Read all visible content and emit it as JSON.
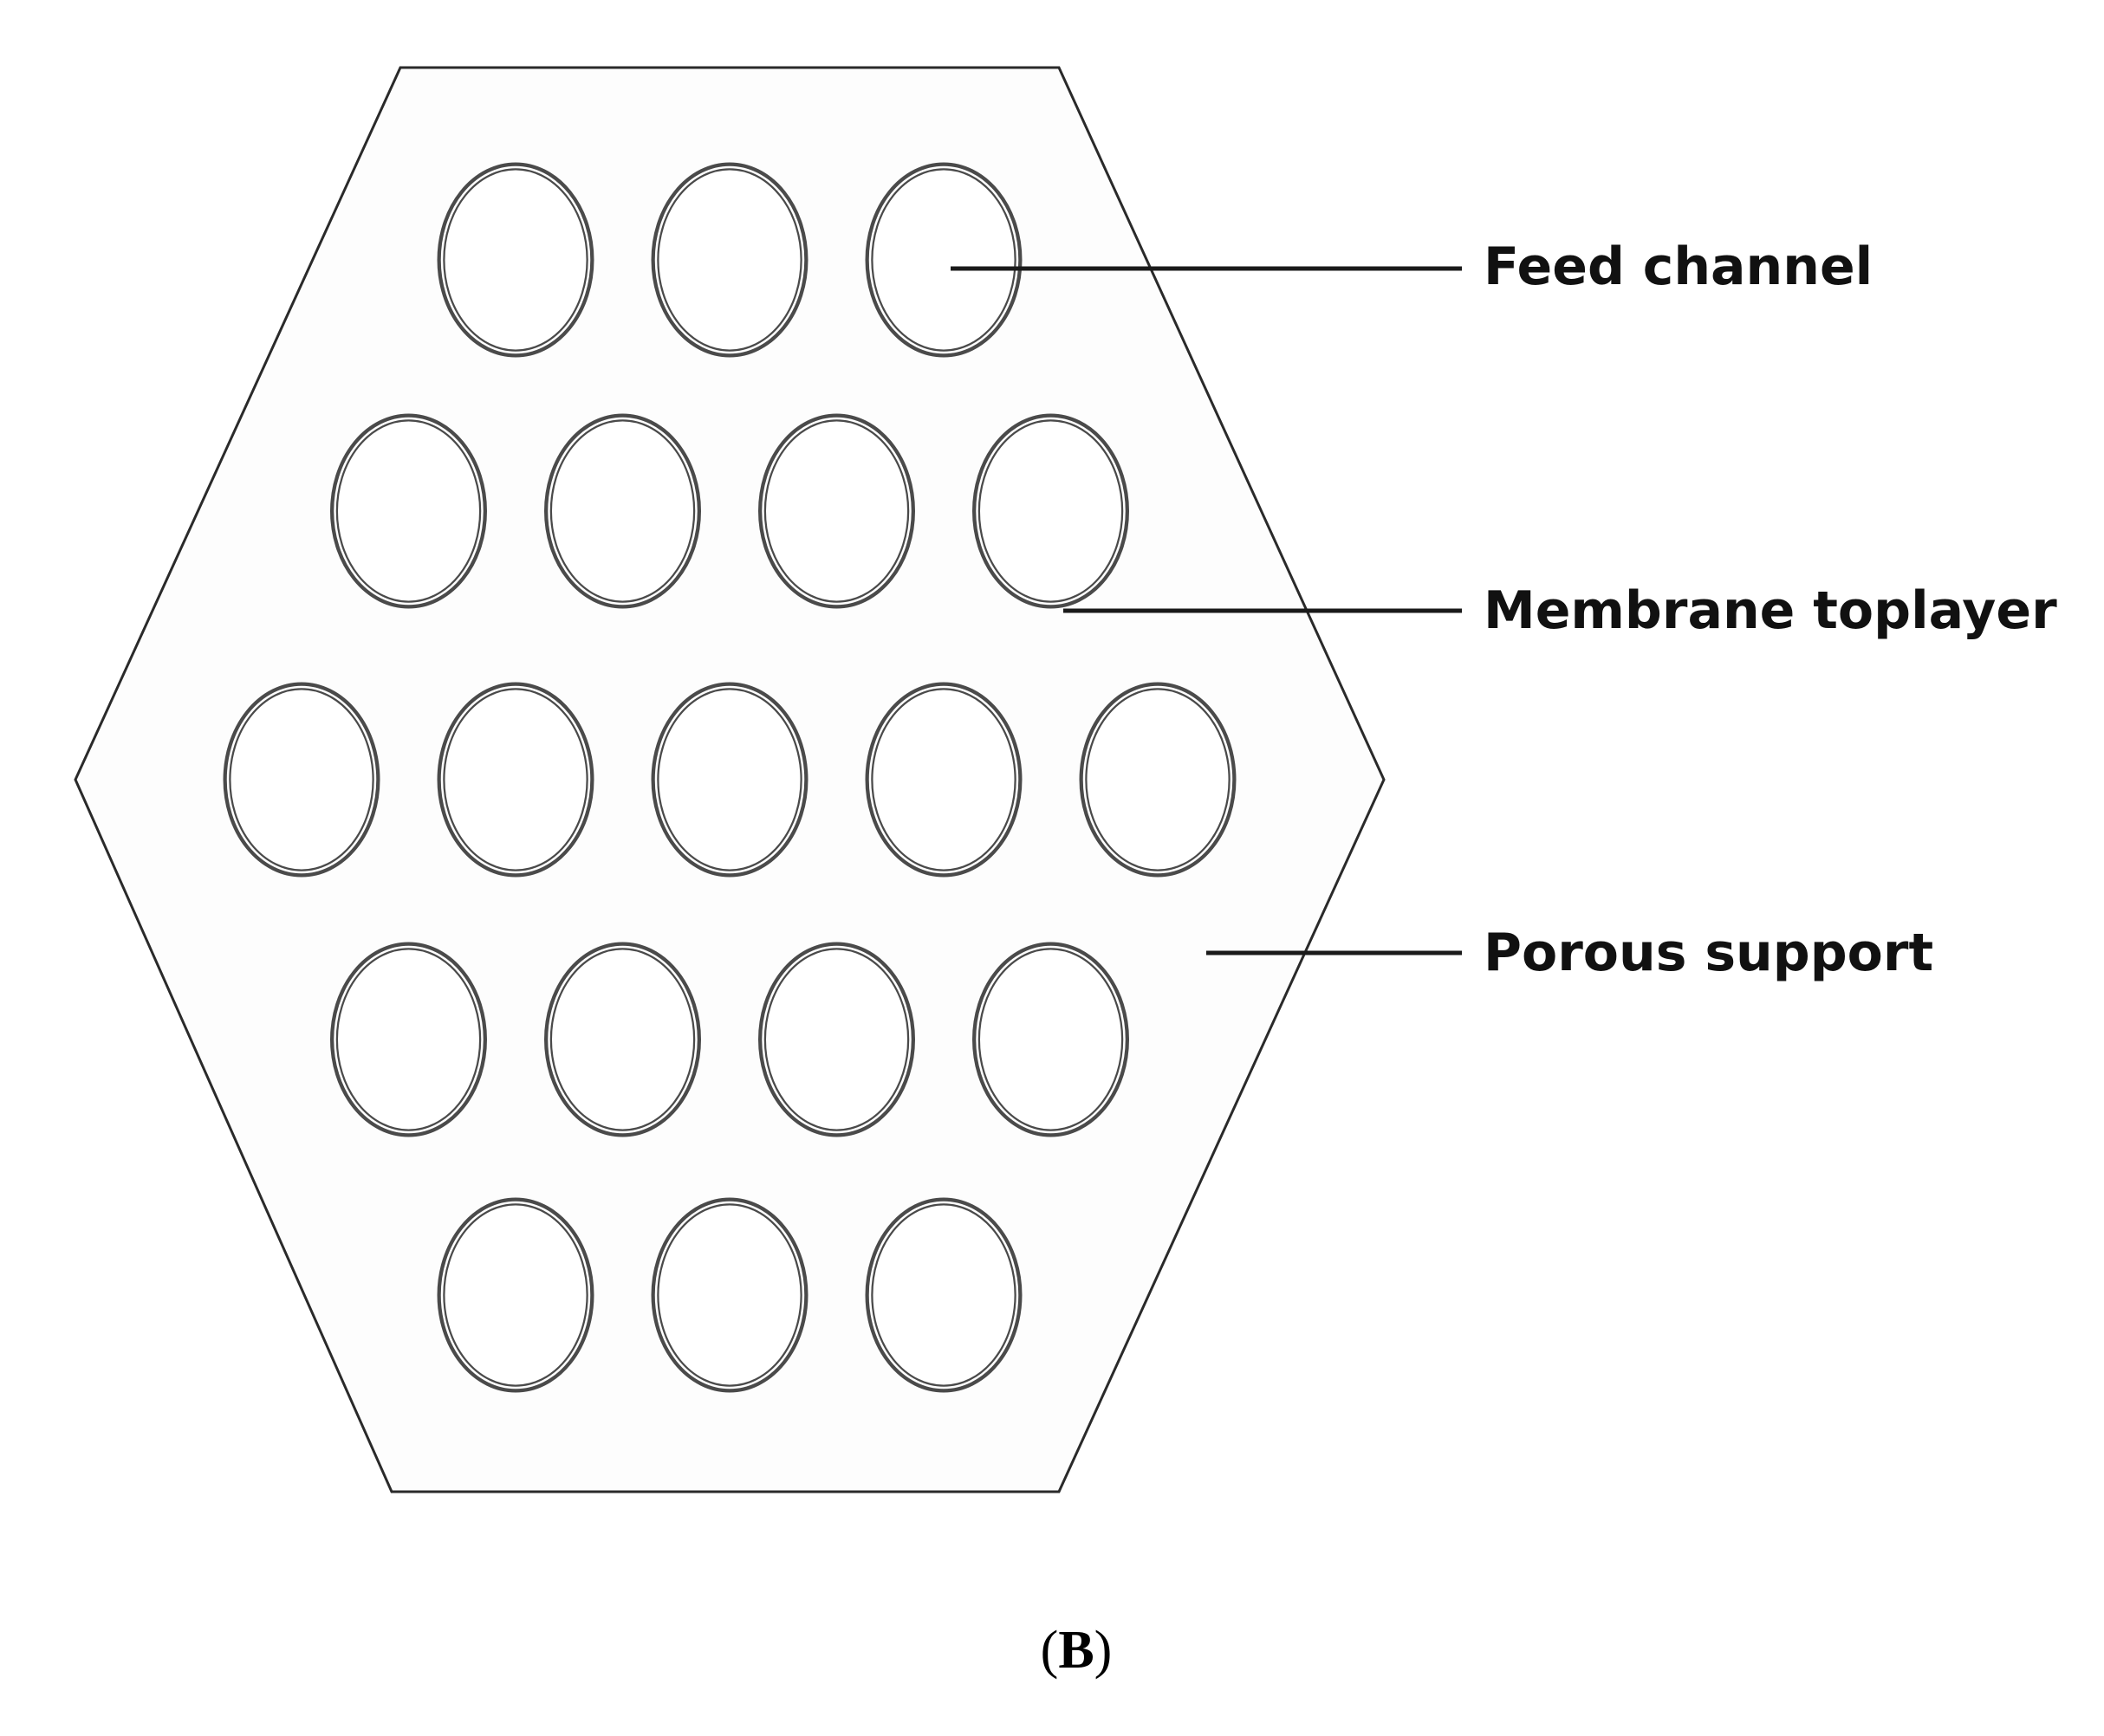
{
  "labels": {
    "feed_channel": "Feed channel",
    "membrane_toplayer": "Membrane toplayer",
    "porous_support": "Porous support"
  },
  "panel": {
    "open": "(",
    "letter": "B",
    "close": ")"
  },
  "channel_rows": [
    3,
    4,
    5,
    4,
    3
  ]
}
